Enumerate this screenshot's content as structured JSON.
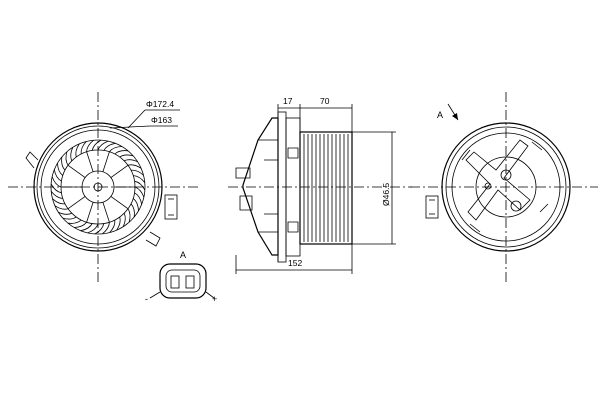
{
  "drawing": {
    "front_view": {
      "outer_diameter_label": "Φ172.4",
      "inner_diameter_label": "Φ163"
    },
    "side_view": {
      "dim_left": "17",
      "dim_top": "70",
      "dim_diameter": "Ø46.5",
      "dim_total_length": "152"
    },
    "rear_view": {
      "direction_label": "A"
    },
    "connector_detail": {
      "title": "A",
      "minus_label": "-",
      "plus_label": "+"
    }
  }
}
